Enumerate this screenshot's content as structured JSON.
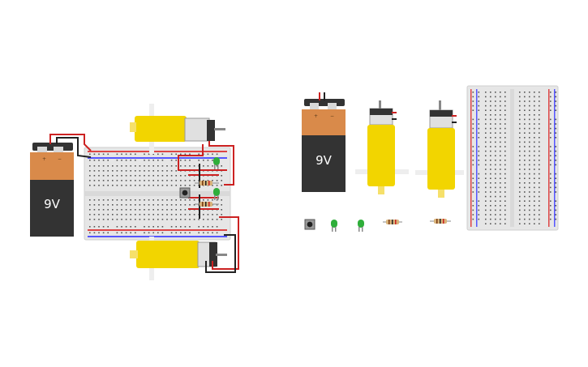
{
  "canvas": {
    "background": "#ffffff"
  },
  "battery_label": "9V",
  "battery_terminal_plus": "+",
  "battery_terminal_minus": "−",
  "colors": {
    "battery_top": "#d98a4a",
    "battery_body": "#333333",
    "motor_yellow": "#f2d500",
    "motor_shaft": "#f6e06a",
    "wire_red": "#cc2222",
    "wire_black": "#222222",
    "led_green": "#2fae3a",
    "breadboard": "#e6e6e6",
    "resistor": "#d8b37a"
  },
  "circuit": {
    "battery": {
      "label": "9V",
      "icon": "battery-9v-icon"
    },
    "motors": [
      "dc-gear-motor-top",
      "dc-gear-motor-bottom"
    ],
    "push_buttons": 1,
    "leds": 2,
    "resistors": 2
  },
  "parts_tray": {
    "battery": {
      "label": "9V"
    },
    "motors": 2,
    "push_buttons": 1,
    "leds": 2,
    "resistors": 2,
    "breadboard": "half-size-vertical"
  }
}
